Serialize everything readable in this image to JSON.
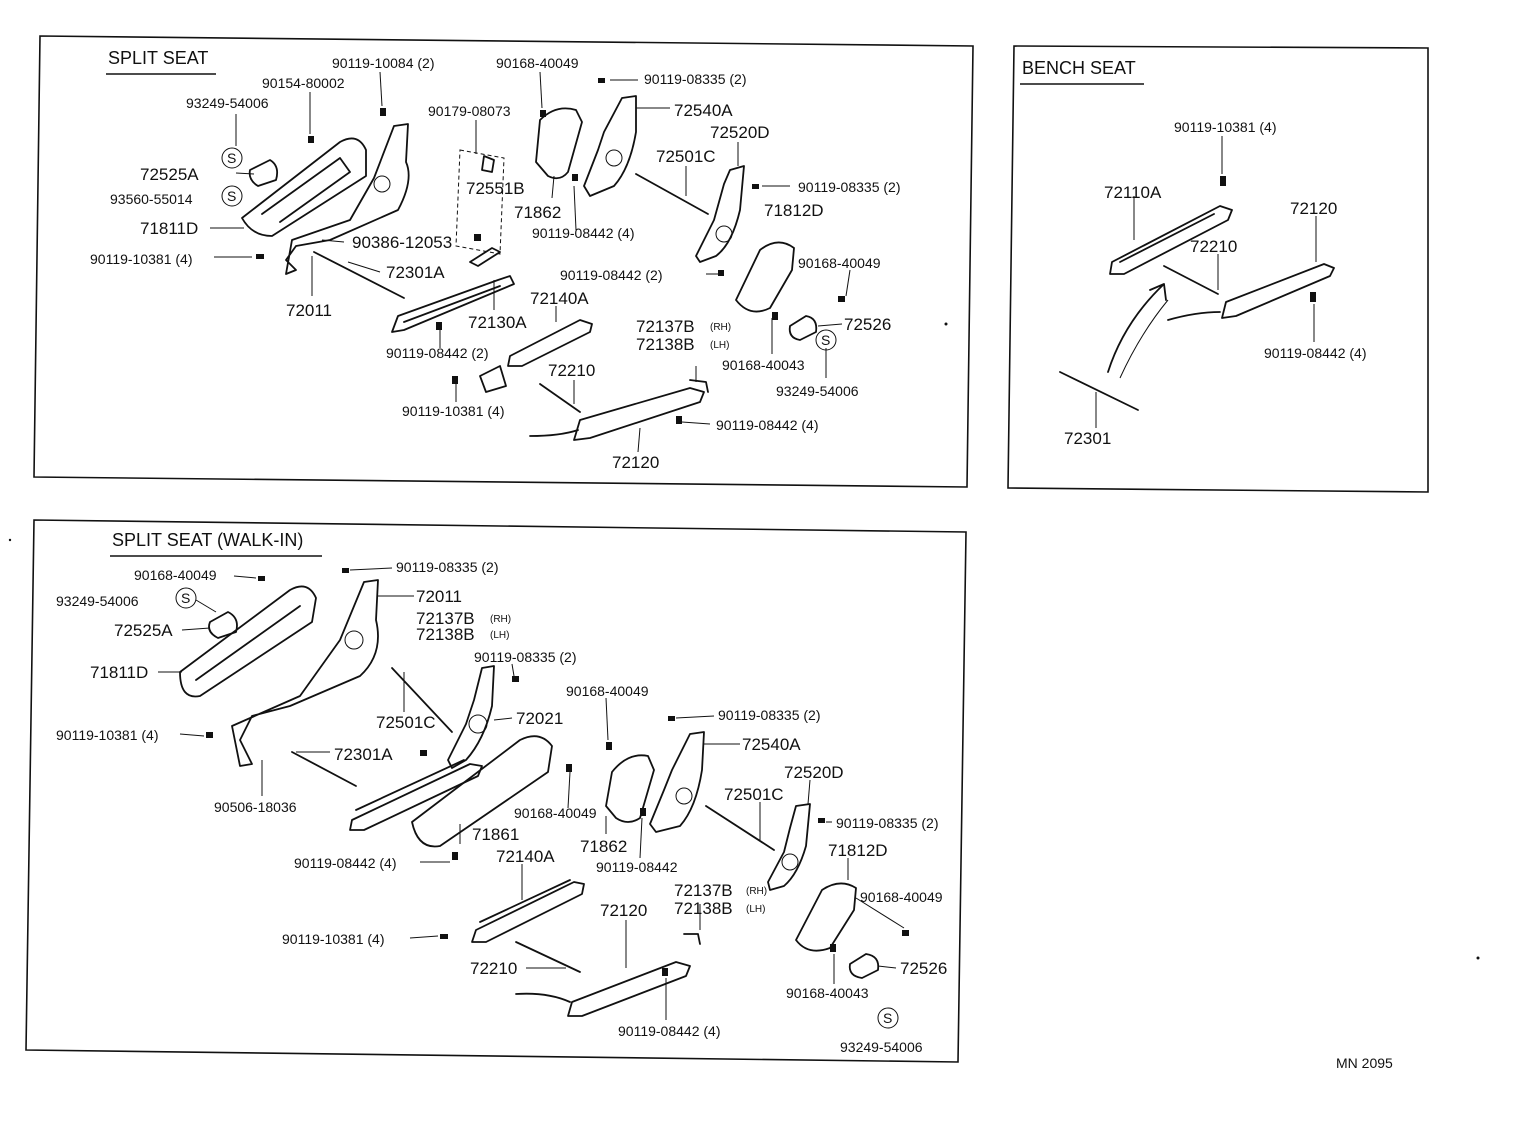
{
  "figure_code": "MN 2095",
  "sections": {
    "split": {
      "title": "SPLIT SEAT",
      "labels": {
        "p1": "90119-10084 (2)",
        "p2": "90154-80002",
        "p3": "93249-54006",
        "p4": "72525A",
        "p5": "93560-55014",
        "p6": "71811D",
        "p7": "90119-10381 (4)",
        "p8": "90386-12053",
        "p9": "72301A",
        "p10": "72011",
        "p11": "72130A",
        "p12": "90119-08442 (2)",
        "p13": "90179-08073",
        "p14": "72551B",
        "p15": "90168-40049",
        "p16": "71862",
        "p17": "90119-08442 (4)",
        "p18": "90119-08335 (2)",
        "p19": "72540A",
        "p20": "72520D",
        "p21": "72501C",
        "p22": "90119-08335 (2)",
        "p23": "71812D",
        "p24": "90119-08442 (2)",
        "p25": "90168-40049",
        "p26": "72140A",
        "p27": "72137B",
        "p27s": "(RH)",
        "p28": "72138B",
        "p28s": "(LH)",
        "p29": "72526",
        "p30": "90168-40043",
        "p31": "93249-54006",
        "p32": "72210",
        "p33": "90119-10381 (4)",
        "p34": "90119-08442 (4)",
        "p35": "72120"
      }
    },
    "bench": {
      "title": "BENCH SEAT",
      "labels": {
        "b1": "90119-10381 (4)",
        "b2": "72110A",
        "b3": "72120",
        "b4": "72210",
        "b5": "90119-08442 (4)",
        "b6": "72301"
      }
    },
    "walkin": {
      "title": "SPLIT SEAT (WALK-IN)",
      "labels": {
        "w1": "90119-08335 (2)",
        "w2": "90168-40049",
        "w3": "72011",
        "w4": "93249-54006",
        "w5": "72137B",
        "w5s": "(RH)",
        "w6": "72138B",
        "w6s": "(LH)",
        "w7": "72525A",
        "w8": "71811D",
        "w9": "90119-08335 (2)",
        "w10": "72501C",
        "w11": "72021",
        "w12": "90168-40049",
        "w13": "90119-08335 (2)",
        "w14": "90119-10381 (4)",
        "w15": "72301A",
        "w16": "72540A",
        "w17": "90506-18036",
        "w18": "72520D",
        "w19": "72501C",
        "w20": "90168-40049",
        "w21": "90119-08335 (2)",
        "w22": "71861",
        "w23": "71862",
        "w24": "90119-08442",
        "w25": "71812D",
        "w26": "90119-08442 (4)",
        "w27": "72140A",
        "w28": "72137B",
        "w28s": "(RH)",
        "w29": "72138B",
        "w29s": "(LH)",
        "w30": "90168-40049",
        "w31": "72120",
        "w32": "90119-10381 (4)",
        "w33": "72210",
        "w34": "72526",
        "w35": "90168-40043",
        "w36": "90119-08442 (4)",
        "w37": "93249-54006"
      }
    }
  }
}
